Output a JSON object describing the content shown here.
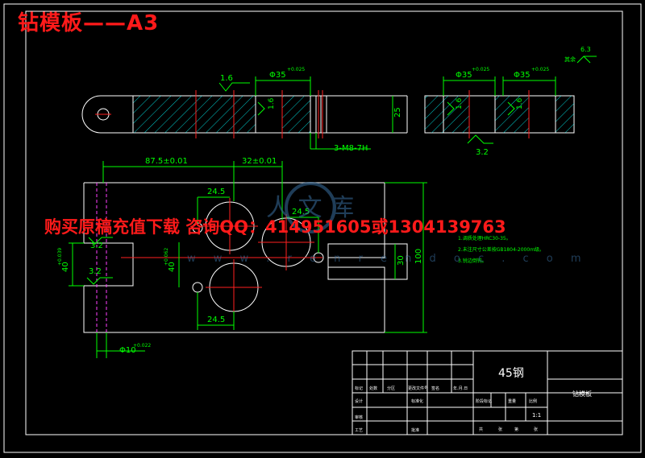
{
  "title": "钻模板——A3",
  "promo": "购买原稿充值下载 咨询QQ：414951605或1304139763",
  "watermark": {
    "logo_text": "人 文 库",
    "url_text": "w w w . r e n r e n d o c . c o m"
  },
  "colors": {
    "background": "#000000",
    "outline": "#ffffff",
    "dimension": "#00ff00",
    "center_line": "#ff2020",
    "hatch": "#00ffff",
    "title_red": "#ff1a1a",
    "watermark": "#3a6fa0"
  },
  "dims": {
    "bore35_a": "Φ35",
    "bore35_b": "Φ35",
    "bore35_c": "Φ35",
    "tol_025": "+0.025",
    "rough_16_top": "1.6",
    "rough_16_side": "1.6",
    "rough_16_right": "1.6",
    "rough_63": "6.3",
    "rough_63_note": "其余",
    "rough_32_right": "3.2",
    "rough_32_left_a": "3.2",
    "rough_32_left_b": "3.2",
    "thick_25": "25",
    "thread": "3-M8-7H",
    "len_875": "87.5±0.01",
    "len_32": "32±0.01",
    "circ_245_a": "24.5",
    "circ_245_b": "24.5",
    "circ_245_c": "24.5",
    "h_40_left": "40",
    "h_40_left_tol": "+0.039",
    "h_40_mid": "40",
    "h_40_mid_tol": "+0.062",
    "h_30": "30",
    "h_100": "100",
    "bore10": "Φ10",
    "bore10_tol": "+0.022"
  },
  "notes": [
    "1.调质处理HRC30-35。",
    "2.未注尺寸公差按GB1804-2000m级。",
    "3.锐边倒钝。"
  ],
  "title_block": {
    "material": "45钢",
    "part_name": "钻模板",
    "scale": "1:1",
    "header": [
      "标记",
      "处数",
      "分区",
      "更改文件号",
      "签名",
      "年.月.日"
    ],
    "row_design": "设计",
    "row_std": "标准化",
    "row_stage": [
      "阶段标记",
      "重量",
      "比例"
    ],
    "row_check": "审核",
    "row_craft": "工艺",
    "row_approve": "批准",
    "row_sheet": [
      "共",
      "张",
      "第",
      "张"
    ]
  }
}
